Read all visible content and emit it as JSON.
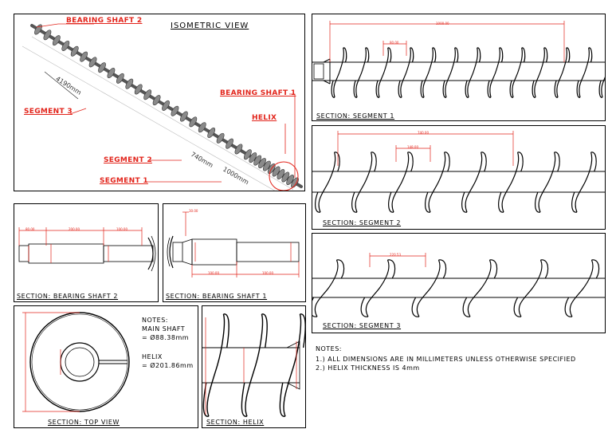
{
  "colors": {
    "annotation": "#e2241b",
    "line": "#000000",
    "shaft": "#777777"
  },
  "iso": {
    "title": "ISOMETRIC VIEW",
    "labels": {
      "bearing_shaft_2": "BEARING SHAFT 2",
      "bearing_shaft_1": "BEARING SHAFT 1",
      "helix": "HELIX",
      "segment_3": "SEGMENT 3",
      "segment_2": "SEGMENT 2",
      "segment_1": "SEGMENT 1"
    },
    "dims": {
      "seg3": "4190mm",
      "seg2": "740mm",
      "seg1": "1000mm"
    }
  },
  "sections": {
    "segment_1": {
      "caption": "SECTION: SEGMENT 1",
      "dims": [
        "1000.00",
        "80.00"
      ]
    },
    "segment_2": {
      "caption": "SECTION: SEGMENT 2",
      "dims": [
        "740.00",
        "148.00"
      ]
    },
    "segment_3": {
      "caption": "SECTION: SEGMENT 3",
      "dims": [
        "220.53"
      ]
    },
    "bearing_shaft_2": {
      "caption": "SECTION: BEARING SHAFT 2",
      "dims": [
        "80.00",
        "200.00",
        "100.00"
      ]
    },
    "bearing_shaft_1": {
      "caption": "SECTION: BEARING SHAFT 1",
      "dims": [
        "30.00",
        "100.00",
        "100.00"
      ]
    },
    "top_view": {
      "caption": "SECTION: TOP VIEW"
    },
    "helix": {
      "caption": "SECTION: HELIX"
    }
  },
  "top_notes": {
    "heading": "NOTES:",
    "main_shaft_label": "MAIN SHAFT",
    "main_shaft_value": "= Ø88.38mm",
    "helix_label": "HELIX",
    "helix_value": "= Ø201.86mm"
  },
  "general_notes": {
    "heading": "NOTES:",
    "items": [
      "1.) ALL DIMENSIONS ARE IN MILLIMETERS UNLESS OTHERWISE SPECIFIED",
      "2.) HELIX THICKNESS IS 4mm"
    ]
  }
}
